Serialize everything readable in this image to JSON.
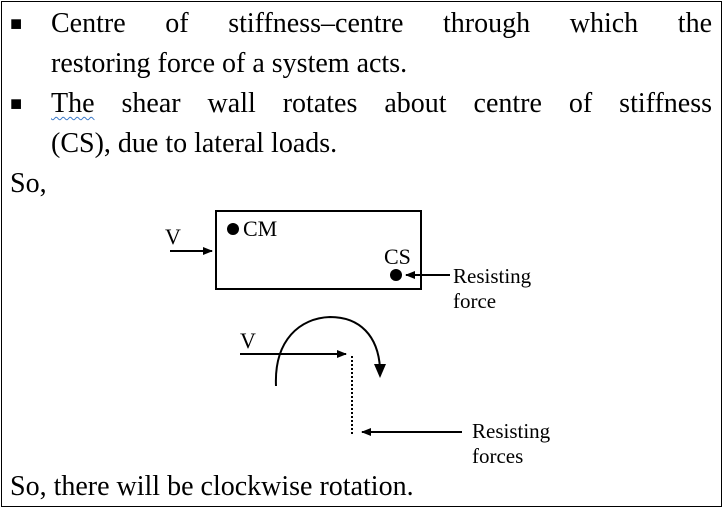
{
  "bullets": [
    {
      "marker": "■",
      "first_line": "Centre of stiffness–centre through which the",
      "rest": "restoring force of a system acts."
    },
    {
      "marker": "■",
      "first_word": "The",
      "first_line_rest": " shear wall rotates about centre of stiffness",
      "rest": "(CS), due to lateral loads."
    }
  ],
  "so_text": "So,",
  "diagram_top": {
    "force_label": "V",
    "cm_label": "CM",
    "cs_label": "CS",
    "resisting_label_line1": "Resisting",
    "resisting_label_line2": "force"
  },
  "diagram_bottom": {
    "force_label": "V",
    "resisting_label_line1": "Resisting",
    "resisting_label_line2": "forces"
  },
  "conclusion": "So, there will be clockwise rotation."
}
